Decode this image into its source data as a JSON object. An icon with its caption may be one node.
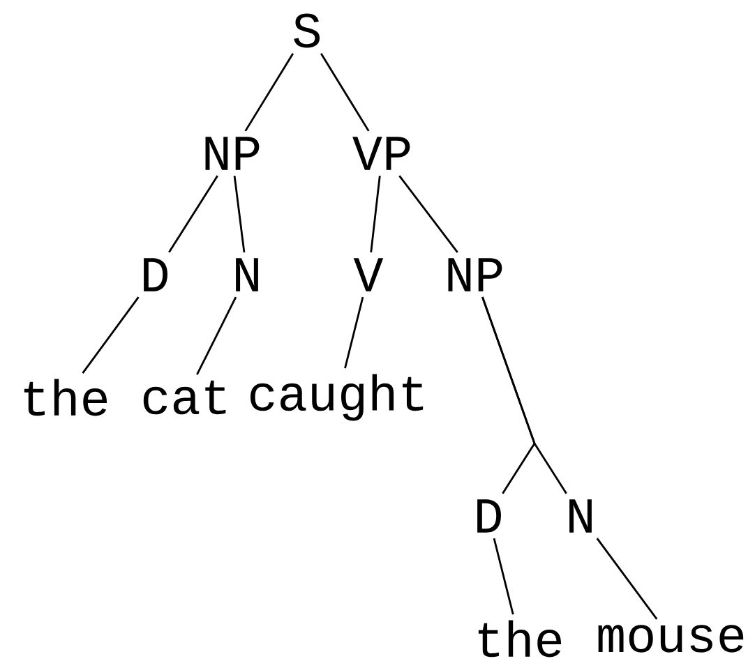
{
  "diagram": {
    "nodes": [
      {
        "text": [
          "S"
        ]
      },
      {
        "text": [
          "NP"
        ]
      },
      {
        "text": [
          "VP"
        ]
      },
      {
        "text": [
          "D"
        ]
      },
      {
        "text": [
          "N"
        ]
      },
      {
        "text": [
          "V"
        ]
      },
      {
        "text": [
          "NP"
        ]
      },
      {
        "text": [
          "the"
        ]
      },
      {
        "text": [
          "cat"
        ]
      },
      {
        "text": [
          "caught"
        ]
      },
      {
        "text": [
          "D"
        ]
      },
      {
        "text": [
          "N"
        ]
      },
      {
        "text": [
          "the"
        ]
      },
      {
        "text": [
          "mouse"
        ]
      }
    ],
    "edges": [
      {
        "from": 0,
        "to": 1,
        "arrow": "none"
      },
      {
        "from": 0,
        "to": 2,
        "arrow": "none"
      },
      {
        "from": 1,
        "to": 3,
        "arrow": "none"
      },
      {
        "from": 1,
        "to": 4,
        "arrow": "none"
      },
      {
        "from": 2,
        "to": 5,
        "arrow": "none"
      },
      {
        "from": 2,
        "to": 6,
        "arrow": "none"
      },
      {
        "from": 3,
        "to": 7,
        "arrow": "none"
      },
      {
        "from": 4,
        "to": 8,
        "arrow": "none"
      },
      {
        "from": 5,
        "to": 9,
        "arrow": "none"
      },
      {
        "from": 6,
        "to": 10,
        "arrow": "none"
      },
      {
        "from": 6,
        "to": 11,
        "arrow": "none"
      },
      {
        "from": 10,
        "to": 12,
        "arrow": "none"
      },
      {
        "from": 11,
        "to": 13,
        "arrow": "none"
      }
    ]
  }
}
